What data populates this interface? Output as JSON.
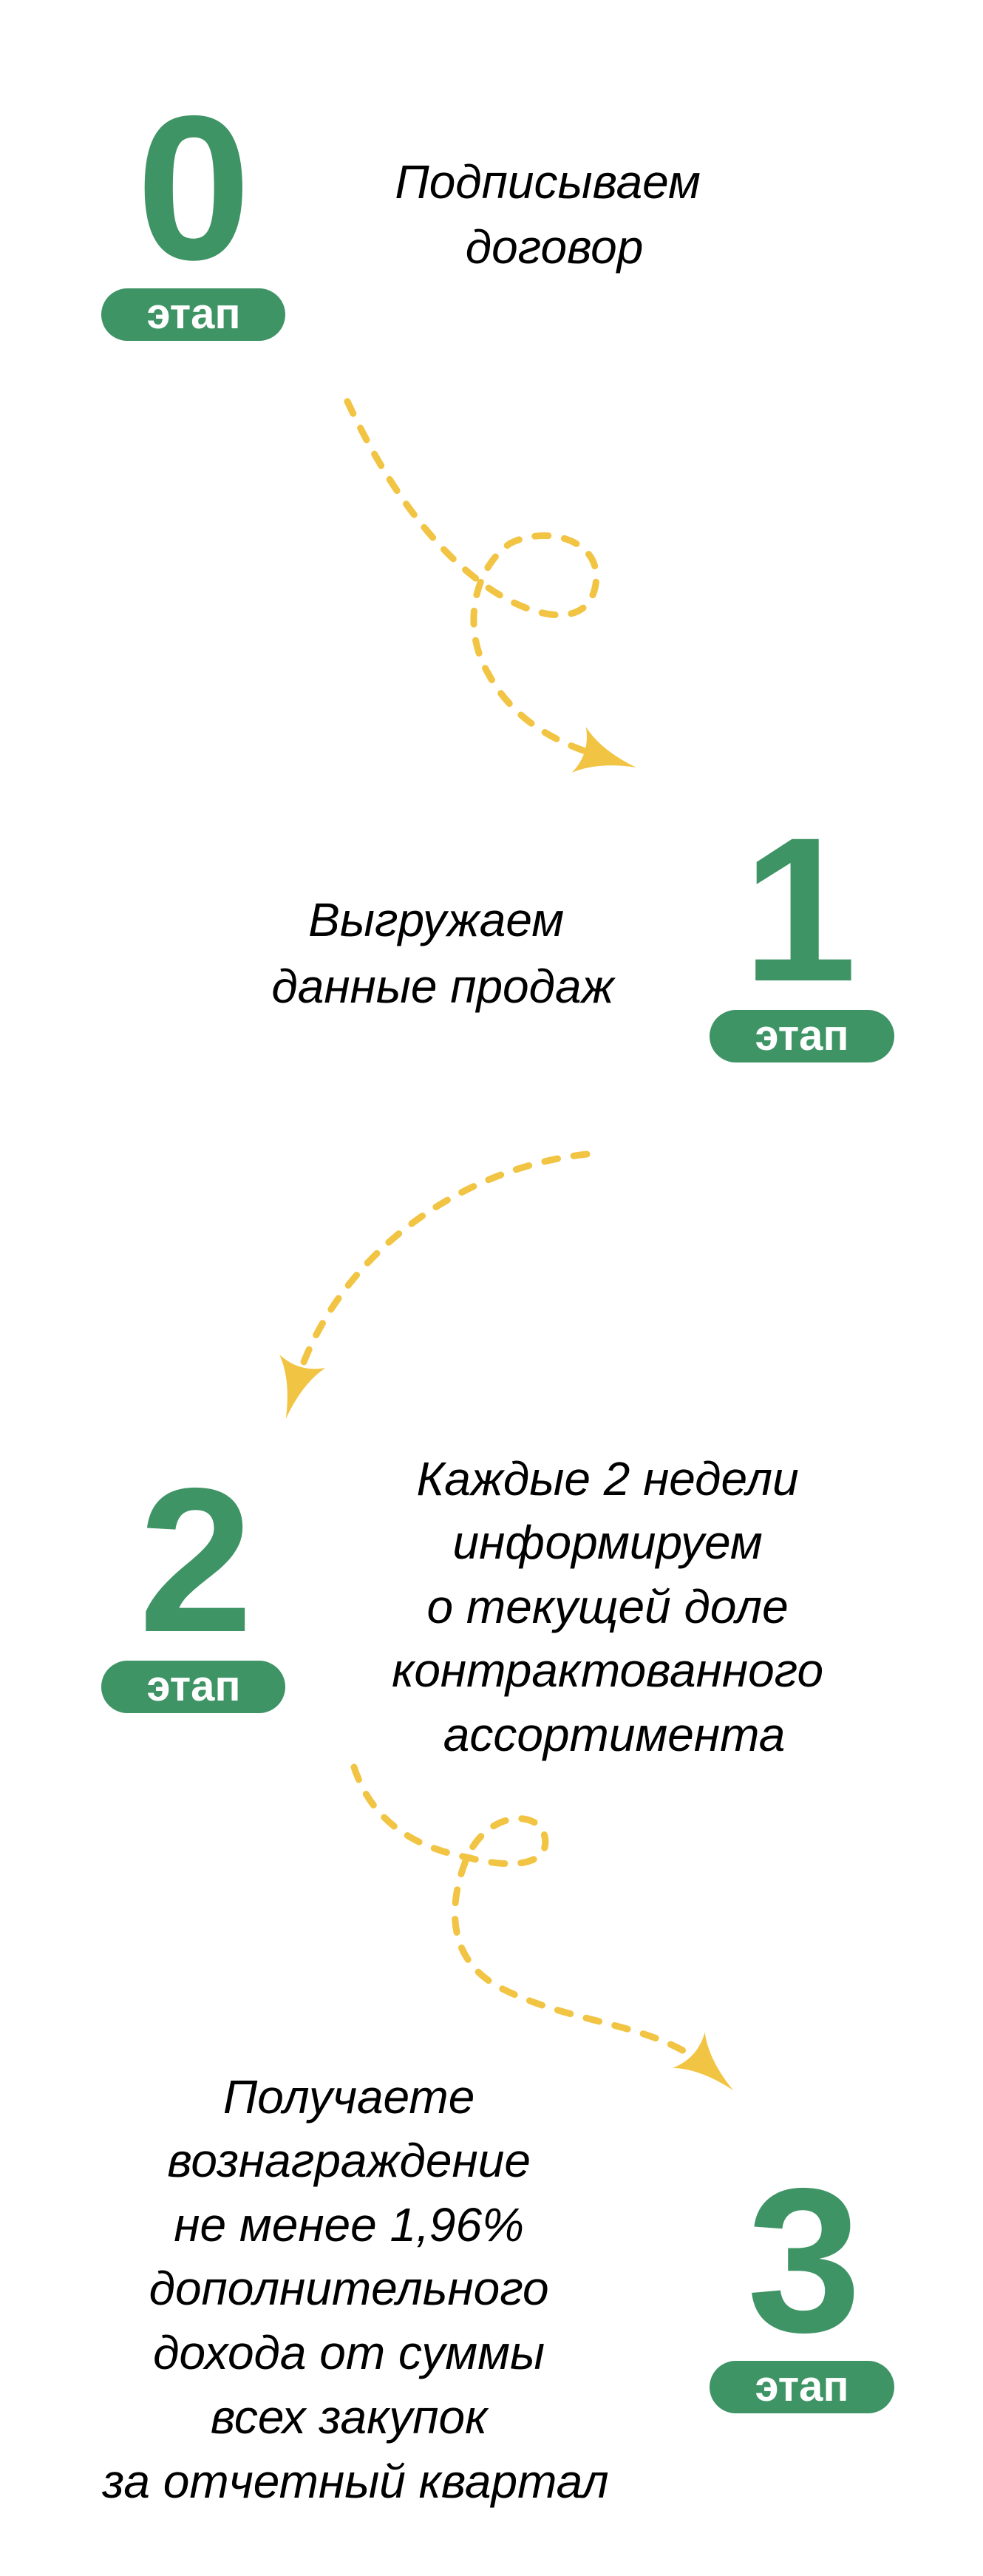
{
  "colors": {
    "accent_green": "#3e9465",
    "arrow_yellow": "#f2c443",
    "text": "#000000"
  },
  "badge_label": "этап",
  "stages": [
    {
      "number": "0",
      "badge": "этап",
      "lines": [
        "Подписываем",
        "договор"
      ]
    },
    {
      "number": "1",
      "badge": "этап",
      "lines": [
        "Выгружаем",
        "данные продаж"
      ]
    },
    {
      "number": "2",
      "badge": "этап",
      "lines": [
        "Каждые 2 недели",
        "информируем",
        "о текущей доле",
        "контрактованного",
        "ассортимента"
      ]
    },
    {
      "number": "3",
      "badge": "этап",
      "lines": [
        "Получаете",
        "вознаграждение",
        "не менее 1,96%",
        "дополнительного",
        "дохода от суммы",
        "всех закупок",
        "за отчетный квартал"
      ]
    }
  ]
}
